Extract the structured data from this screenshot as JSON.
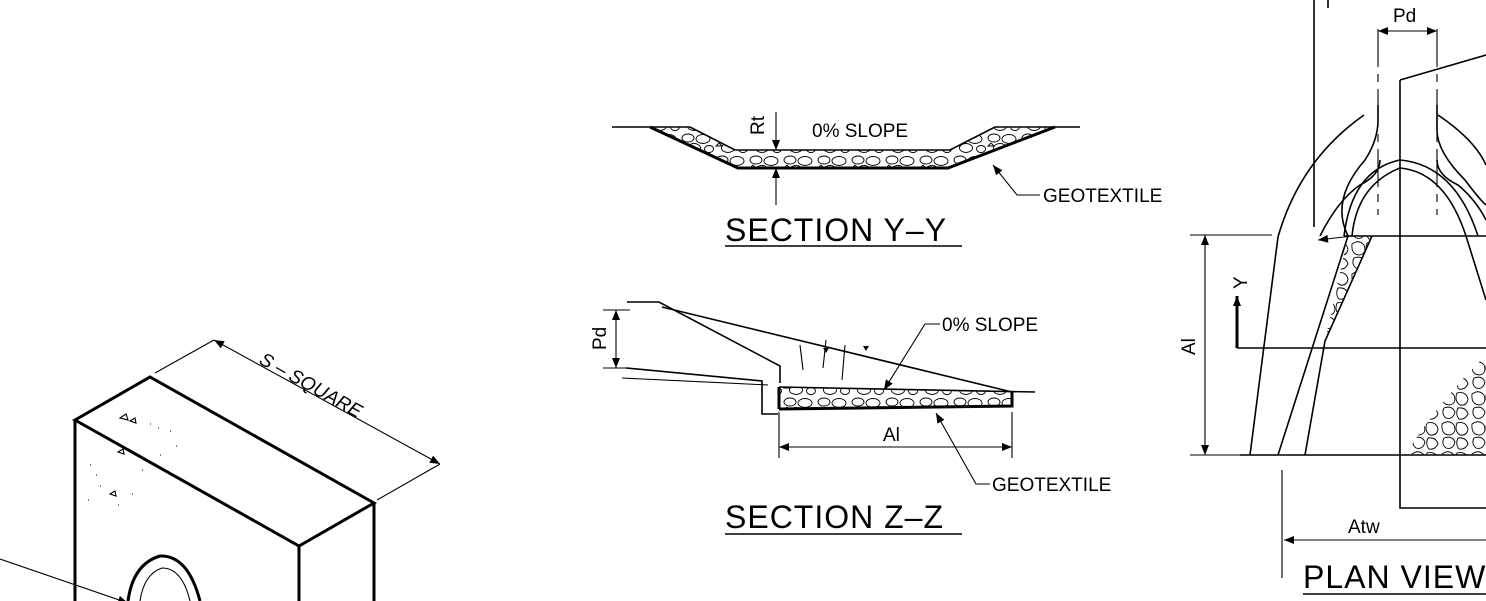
{
  "labels": {
    "section_yy": "SECTION  Y–Y",
    "section_zz": "SECTION  Z–Z",
    "plan_view": "PLAN  VIEW",
    "slope_yy": "0% SLOPE",
    "slope_zz": "0% SLOPE",
    "geotextile_yy": "GEOTEXTILE",
    "geotextile_zz": "GEOTEXTILE",
    "dim_rt": "Rt",
    "dim_pd_section": "Pd",
    "dim_al_section": "Al",
    "dim_pd_plan": "Pd",
    "dim_al_plan": "Al",
    "dim_atw": "Atw",
    "cut_y": "Y",
    "s_square": "S – SQUARE"
  }
}
